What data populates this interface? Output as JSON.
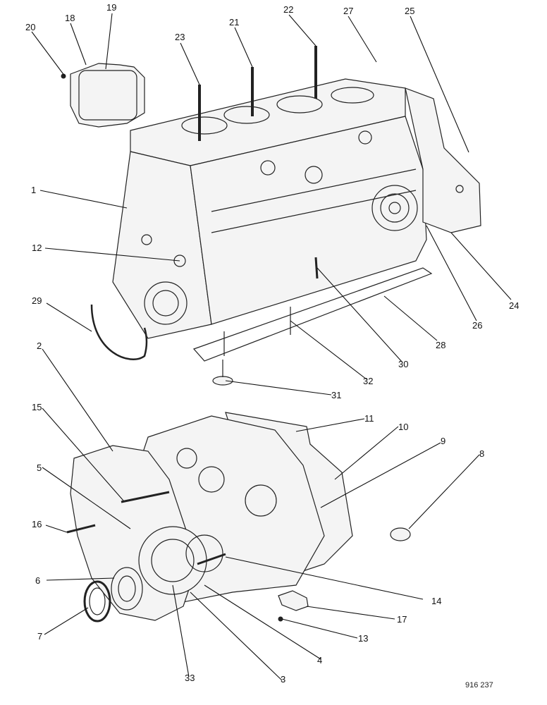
{
  "drawing_reference": "916 237",
  "callouts": [
    "1",
    "2",
    "3",
    "4",
    "5",
    "6",
    "7",
    "8",
    "9",
    "10",
    "11",
    "12",
    "13",
    "14",
    "15",
    "16",
    "17",
    "18",
    "19",
    "20",
    "21",
    "22",
    "23",
    "24",
    "25",
    "26",
    "27",
    "28",
    "29",
    "30",
    "31",
    "32",
    "33"
  ]
}
